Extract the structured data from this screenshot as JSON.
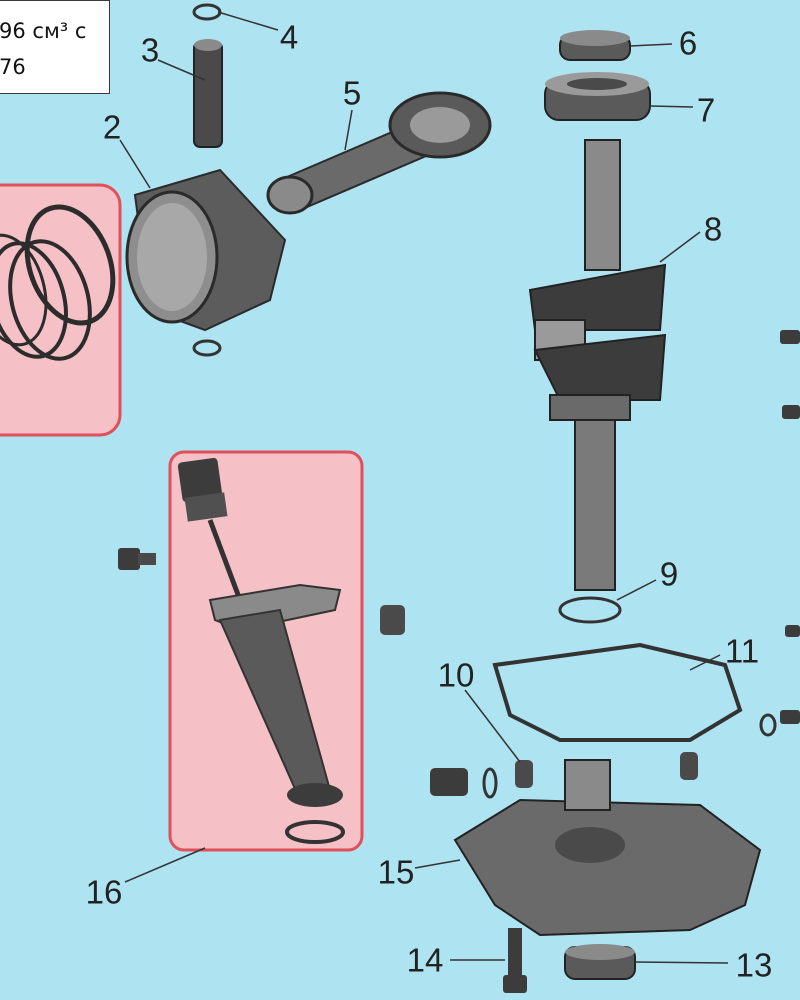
{
  "caption": {
    "line1": "96 см³ с",
    "line2": "76"
  },
  "callouts": {
    "n2": "2",
    "n3": "3",
    "n4": "4",
    "n5": "5",
    "n6": "6",
    "n7": "7",
    "n8": "8",
    "n9": "9",
    "n10": "10",
    "n11": "11",
    "n13": "13",
    "n14": "14",
    "n15": "15",
    "n16": "16"
  },
  "colors": {
    "background": "#aee3f1",
    "highlight_fill": "#f5c1c6",
    "highlight_stroke": "#e0505c",
    "part_dark": "#3c3c3c",
    "part_mid": "#6a6a6a",
    "part_light": "#9a9a9a"
  }
}
